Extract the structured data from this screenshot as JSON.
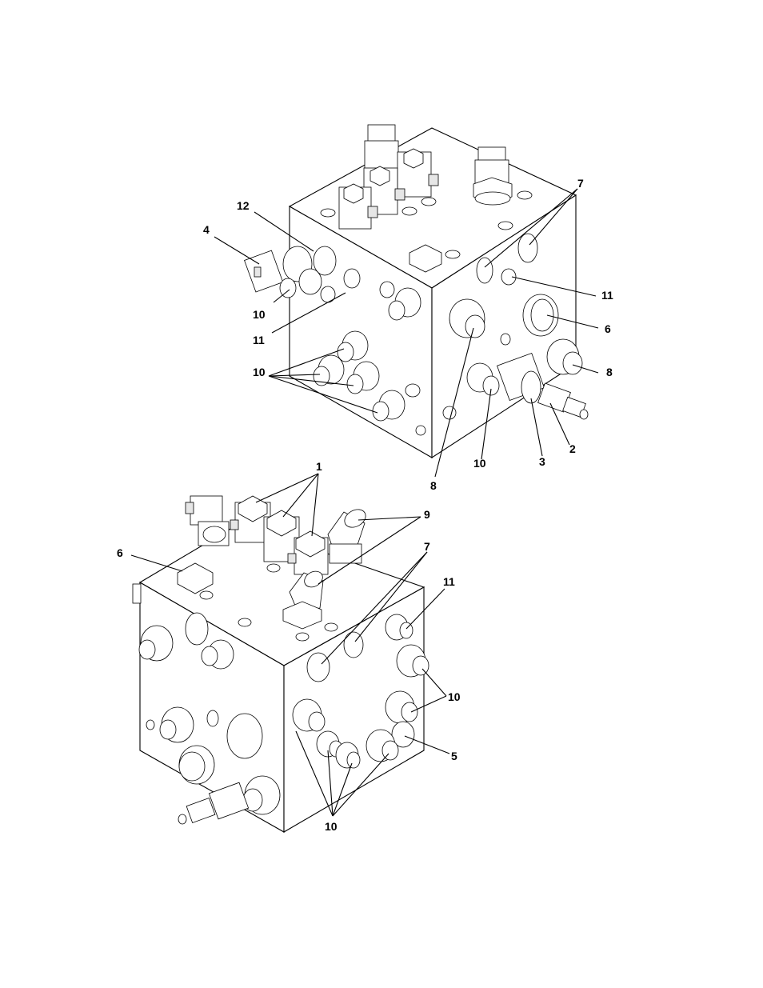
{
  "callouts_upper": [
    "12",
    "4",
    "10",
    "11",
    "10",
    "7",
    "11",
    "6",
    "8",
    "2",
    "3",
    "10",
    "8"
  ],
  "callouts_lower": [
    "1",
    "9",
    "6",
    "7",
    "11",
    "10",
    "5",
    "10"
  ]
}
